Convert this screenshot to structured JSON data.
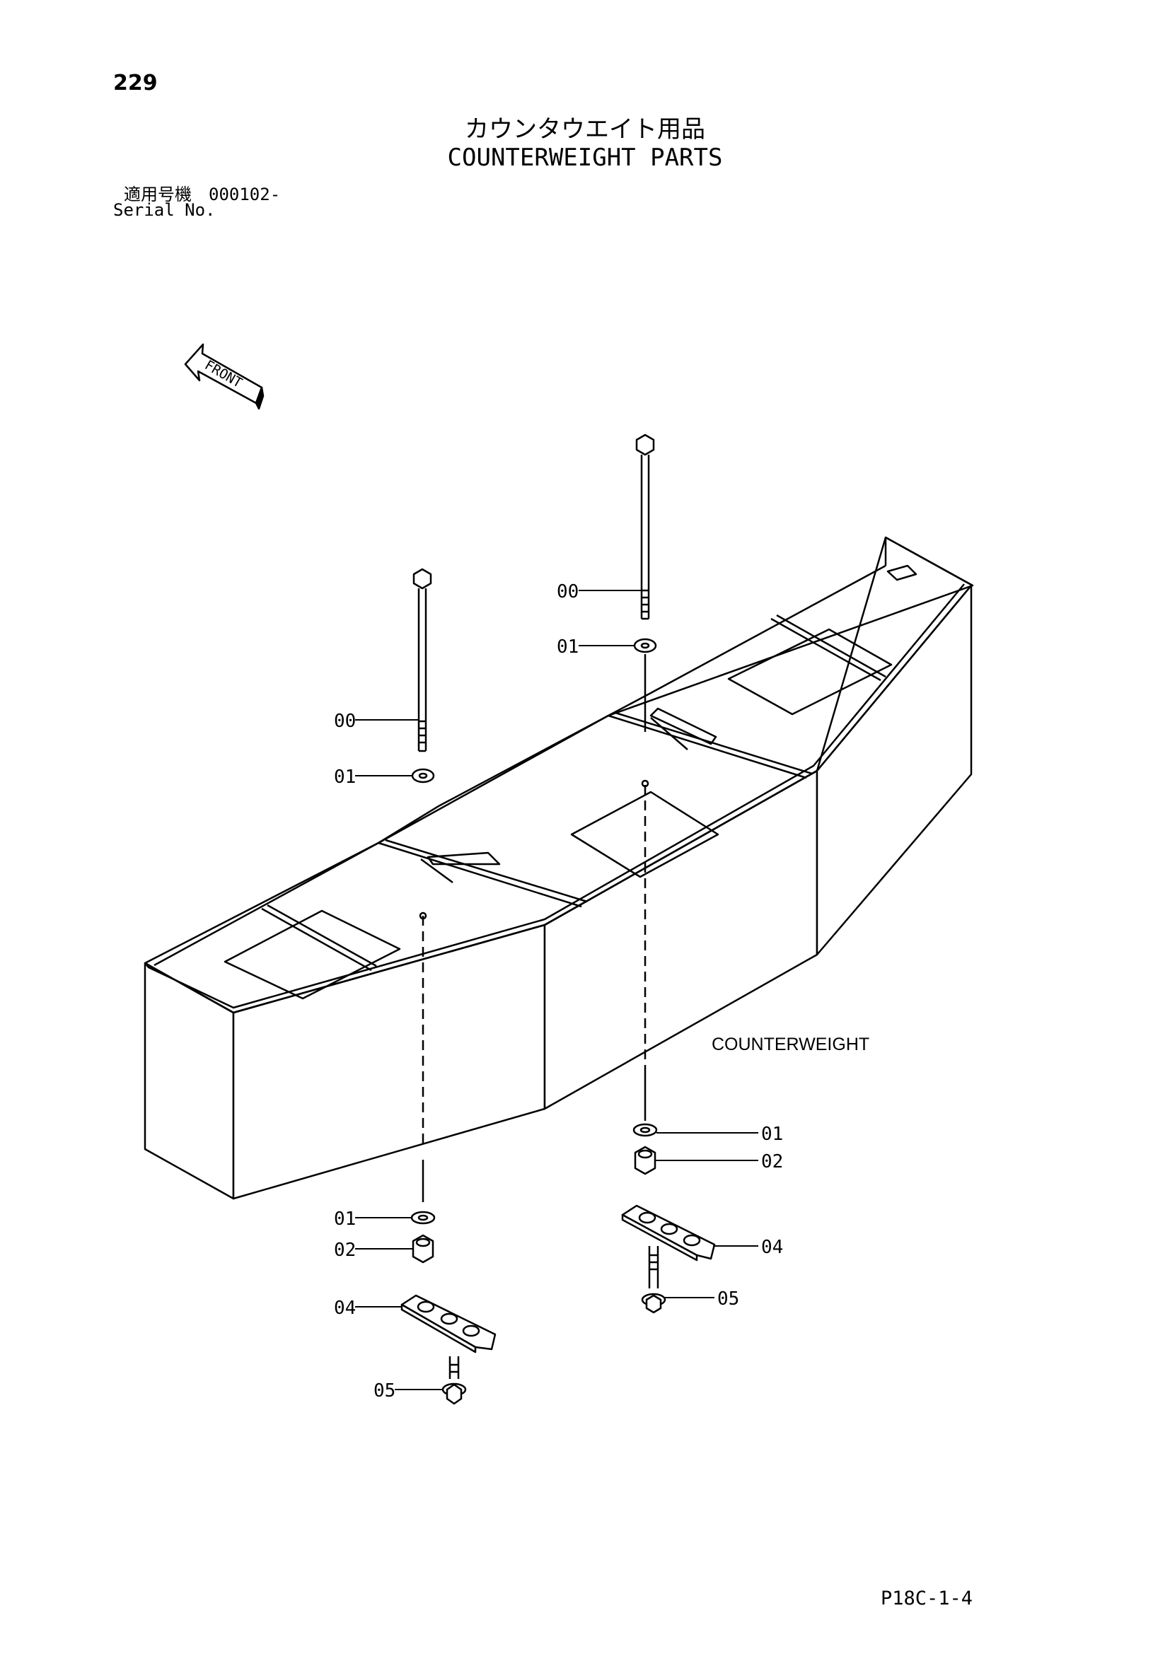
{
  "header": {
    "page_number": "229",
    "title_jp": "カウンタウエイト用品",
    "title_en": "COUNTERWEIGHT PARTS",
    "serial_label_jp": "適用号機　000102-",
    "serial_label_en": "Serial No."
  },
  "diagram": {
    "front_label": "FRONT",
    "component_label": "COUNTERWEIGHT",
    "callouts": {
      "left_bolt": "00",
      "left_washer_top": "01",
      "right_bolt": "00",
      "right_washer_top": "01",
      "right_washer_bottom": "01",
      "right_nut": "02",
      "right_plate": "04",
      "right_screw": "05",
      "left_washer_bottom": "01",
      "left_nut": "02",
      "left_plate": "04",
      "left_screw": "05"
    }
  },
  "footer": {
    "page_code": "P18C-1-4"
  }
}
